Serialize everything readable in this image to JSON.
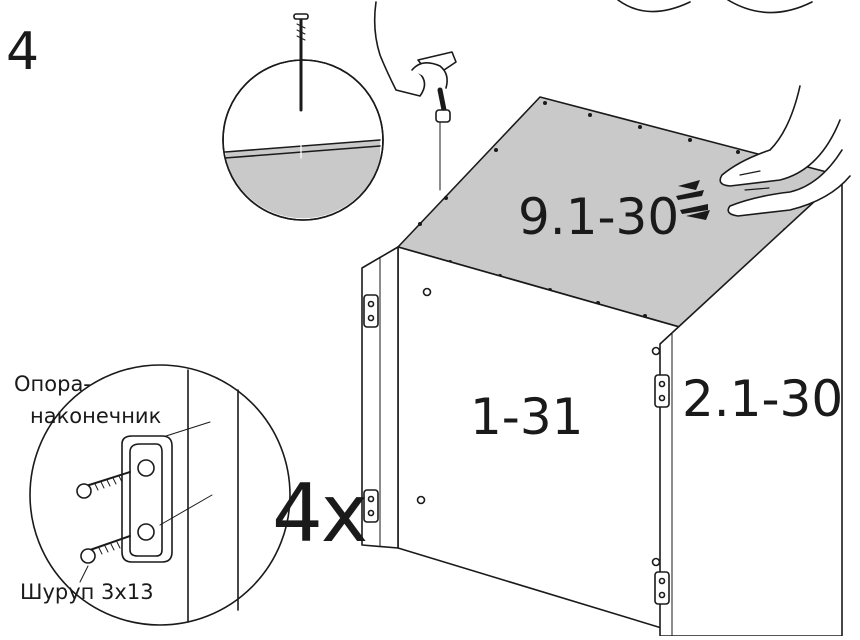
{
  "step": {
    "number": "4"
  },
  "parts": {
    "top_panel": "9.1-30",
    "front_panel": "1-31",
    "side_panel": "2.1-30"
  },
  "quantity": "4x",
  "callouts": {
    "foot_support_line1": "Опора-",
    "foot_support_line2": "наконечник",
    "screw": "Шуруп 3x13"
  },
  "colors": {
    "line": "#1a1a1a",
    "top_panel_fill": "#c9c9c9",
    "panel_fill": "#ffffff"
  }
}
